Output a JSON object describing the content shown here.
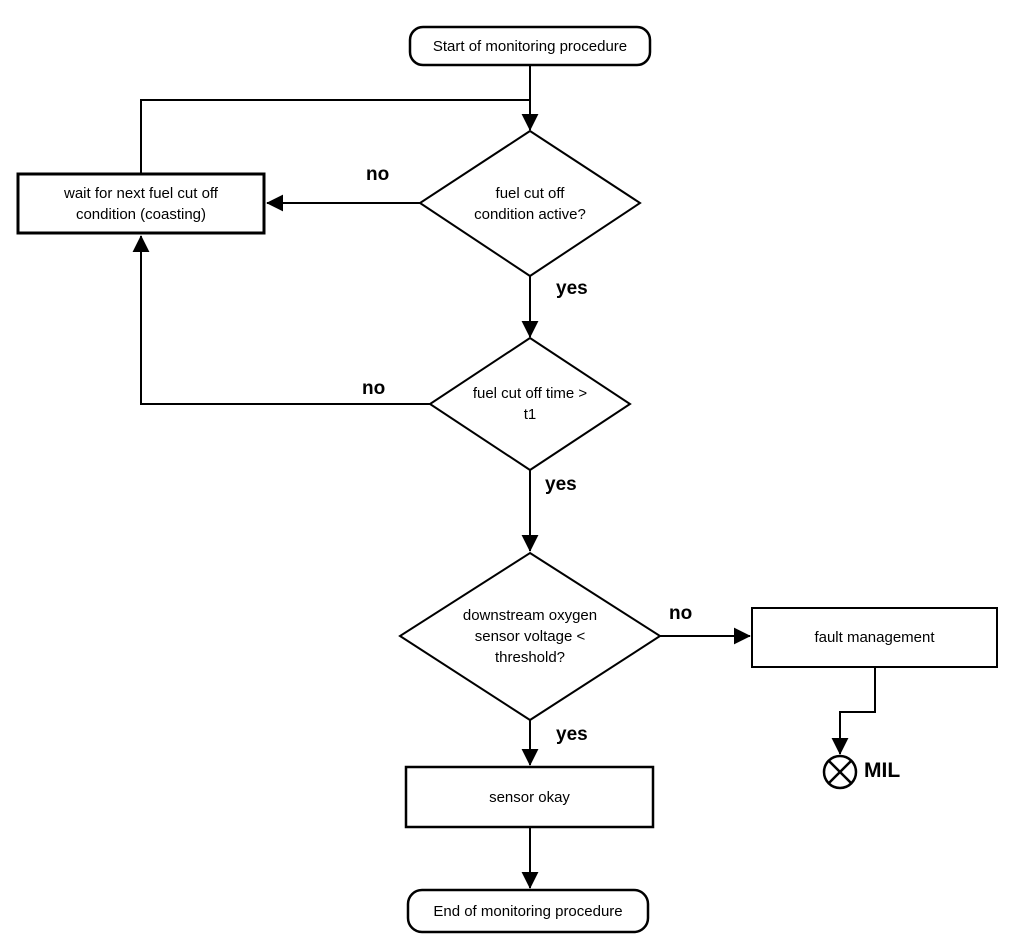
{
  "colors": {
    "line": "#000000",
    "background": "#ffffff"
  },
  "icons": {
    "mil_indicator": "crossed-circle-lamp"
  },
  "nodes": {
    "start": "Start of monitoring procedure",
    "cond_active": [
      "fuel cut off",
      "condition active?"
    ],
    "wait": [
      "wait for next fuel cut off",
      "condition (coasting)"
    ],
    "time": [
      "fuel cut off time >",
      "t1"
    ],
    "voltage": [
      "downstream oxygen",
      "sensor voltage <",
      "threshold?"
    ],
    "fault": "fault management",
    "mil": "MIL",
    "sensor_okay": "sensor okay",
    "end": "End of monitoring procedure"
  },
  "edges": {
    "cond_active_no": "no",
    "cond_active_yes": "yes",
    "time_no": "no",
    "time_yes": "yes",
    "voltage_no": "no",
    "voltage_yes": "yes"
  }
}
